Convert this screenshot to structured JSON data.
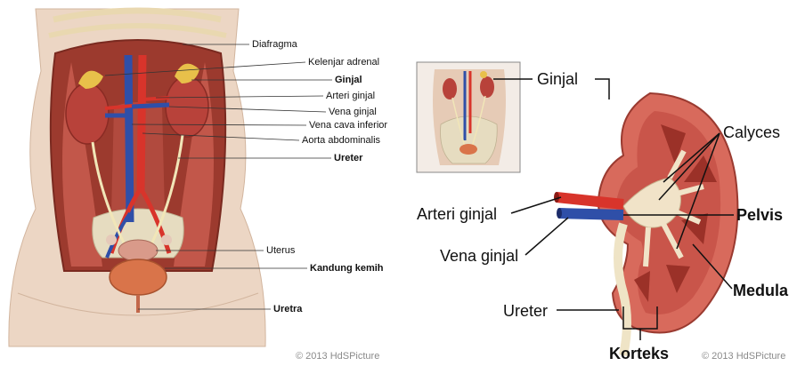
{
  "left_panel": {
    "labels": {
      "diafragma": "Diafragma",
      "kelenjar_adrenal": "Kelenjar adrenal",
      "ginjal": "Ginjal",
      "arteri_ginjal": "Arteri ginjal",
      "vena_ginjal": "Vena ginjal",
      "vena_cava_inferior": "Vena cava inferior",
      "aorta_abdominalis": "Aorta abdominalis",
      "ureter": "Ureter",
      "uterus": "Uterus",
      "kandung_kemih": "Kandung kemih",
      "uretra": "Uretra"
    },
    "watermark": "© 2013 HdSPicture"
  },
  "right_panel": {
    "labels": {
      "ginjal": "Ginjal",
      "calyces": "Calyces",
      "arteri_ginjal": "Arteri ginjal",
      "pelvis": "Pelvis",
      "vena_ginjal": "Vena ginjal",
      "medula": "Medula",
      "ureter": "Ureter",
      "korteks": "Korteks"
    },
    "watermark": "© 2013 HdSPicture"
  },
  "colors": {
    "artery": "#d8342b",
    "vein": "#2f4fa8",
    "cortex": "#d86a5c",
    "medulla": "#b8453a",
    "skin": "#ecd6c4",
    "adrenal": "#e8c04a"
  }
}
